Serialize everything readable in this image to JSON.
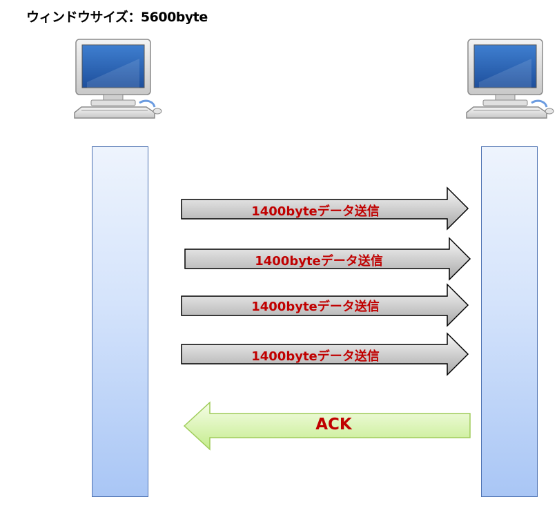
{
  "title": "ウィンドウサイズ：5600byte",
  "icons": {
    "left": "computer-icon",
    "right": "computer-icon"
  },
  "colors": {
    "data_arrow_fill": "#c8c8c8",
    "ack_arrow_fill": "#dcf5b0",
    "label_red": "#c00000",
    "lifeline_border": "#4a6fb0"
  },
  "messages": [
    {
      "label": "1400byteデータ送信",
      "direction": "right"
    },
    {
      "label": "1400byteデータ送信",
      "direction": "right"
    },
    {
      "label": "1400byteデータ送信",
      "direction": "right"
    },
    {
      "label": "1400byteデータ送信",
      "direction": "right"
    },
    {
      "label": "ACK",
      "direction": "left"
    }
  ]
}
